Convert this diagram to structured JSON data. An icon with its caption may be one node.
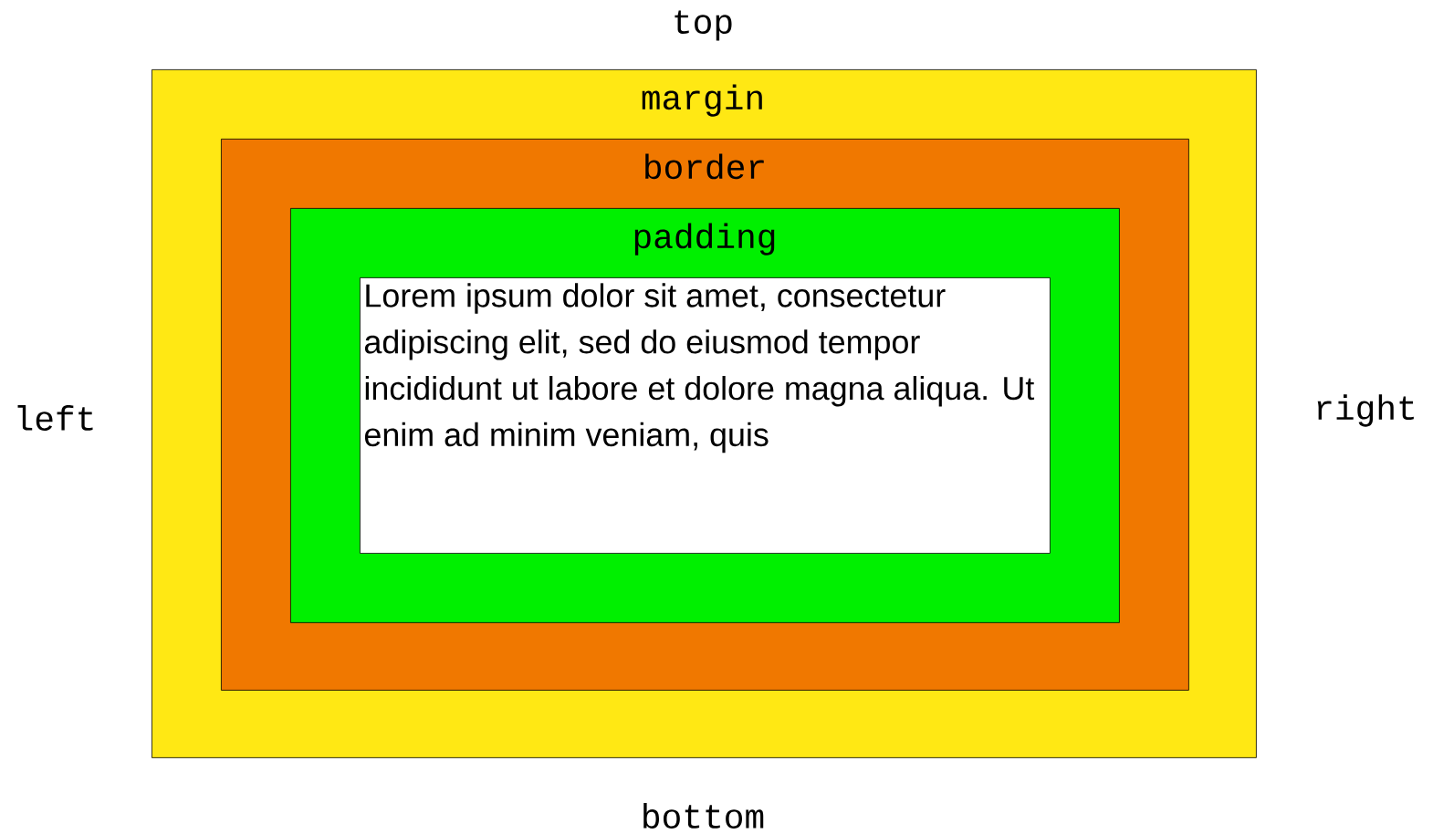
{
  "diagram": {
    "nodes": [
      {
        "text": [
          "margin"
        ]
      },
      {
        "text": [
          "border"
        ],
        "in": 0
      },
      {
        "text": [
          "padding"
        ],
        "in": 1
      },
      {
        "text": [
          "Lorem ipsum dolor sit amet, consectetur adipiscing elit, sed do eiusmod tempor incididunt ut labore et dolore magna aliqua. Ut enim ad minim veniam, quis"
        ],
        "in": 2
      }
    ],
    "labels": [
      "top",
      "left",
      "right",
      "bottom"
    ]
  }
}
